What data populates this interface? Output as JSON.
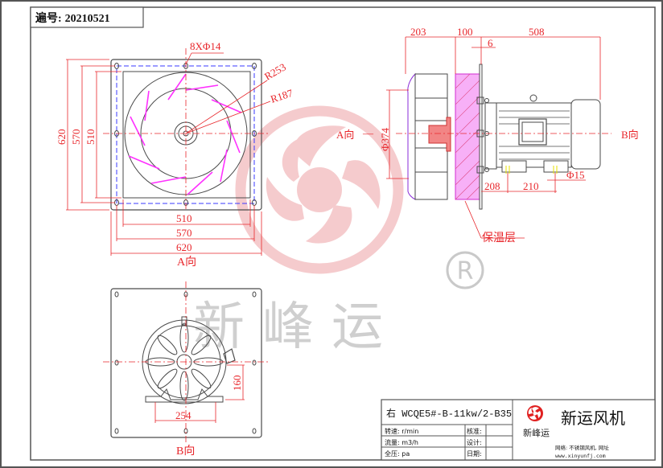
{
  "drawing_number": {
    "label": "遍号:",
    "value": "20210521"
  },
  "view_a": {
    "label": "A向",
    "holes": "8XΦ14",
    "radius_outer": "R253",
    "radius_inner": "R187",
    "height_dims": [
      "620",
      "570",
      "510"
    ],
    "width_dims": [
      "510",
      "570",
      "620"
    ]
  },
  "side_view": {
    "top_dims": [
      "203",
      "100",
      "508"
    ],
    "gap_dim": "6",
    "diameter": "Φ374",
    "label_a": "A向",
    "label_b": "B向",
    "base_dims": [
      "208",
      "210"
    ],
    "bolt_hole": "Φ15",
    "insulation_label": "保温层"
  },
  "view_b": {
    "label": "B向",
    "width_dim": "254",
    "height_dim": "160"
  },
  "watermark": {
    "text": "新峰运",
    "registered": "®"
  },
  "title_block": {
    "model": "右 WCQE5#-B-11kw/2-B35",
    "rows": [
      {
        "left": "转速: r/min",
        "mid": "核准:"
      },
      {
        "left": "流量: m3/h",
        "mid": "设计:"
      },
      {
        "left": "全压: pa",
        "mid": "日期:"
      }
    ],
    "company_cn": "新运风机",
    "logo_text": "新峰运",
    "network_label": "网络: 不锈钢风机, 网址",
    "website": "www.xinyunfj.com"
  },
  "colors": {
    "dimension_red": "#e8262b",
    "blade_magenta": "#ff30ff",
    "bolt_circle_blue": "#3a3aff",
    "line_gray": "#4a4a4a",
    "watermark_pink": "#f4c6c8",
    "watermark_gray": "#c9c9c9"
  }
}
